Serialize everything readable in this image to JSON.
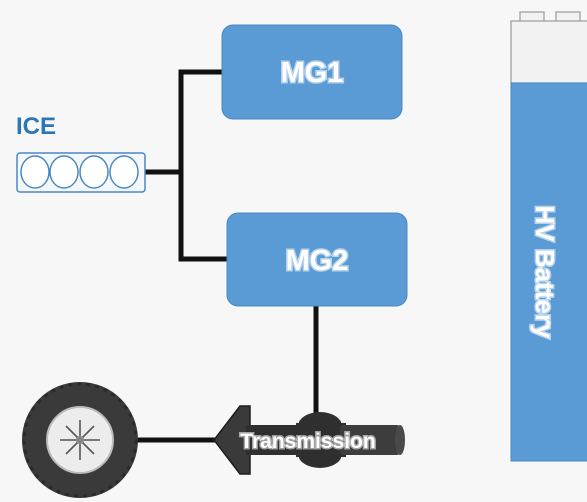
{
  "diagram": {
    "engine_label": "ICE",
    "mg1_label": "MG1",
    "mg2_label": "MG2",
    "transmission_label": "Transmission",
    "battery_label": "HV Battery"
  },
  "colors": {
    "box_fill": "#5b9bd5",
    "box_stroke": "#4a88c2",
    "engine_label": "#2e75b6",
    "battery_fill": "#5b9bd5",
    "battery_cap": "#f2f2f2",
    "line": "#111111",
    "tire": "#3a3a3a",
    "background": "#f7f7f7"
  },
  "icons": [
    "engine-cylinders-icon",
    "wheel-icon",
    "transmission-shaft-icon",
    "battery-icon"
  ]
}
